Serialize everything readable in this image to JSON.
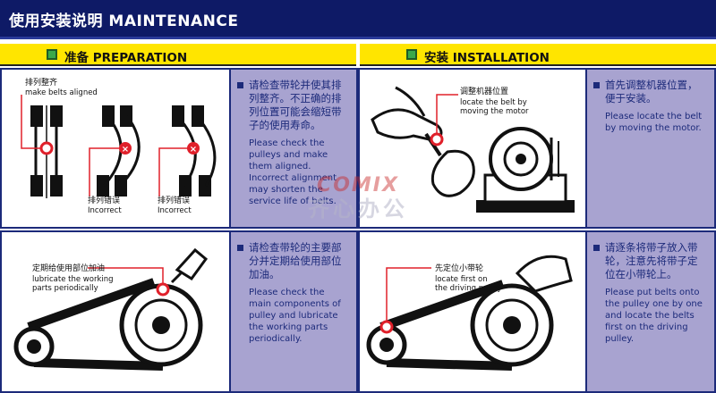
{
  "header": {
    "title": "使用安装说明 MAINTENANCE"
  },
  "sections": {
    "preparation": {
      "label": "准备 PREPARATION"
    },
    "installation": {
      "label": "安装 INSTALLATION"
    }
  },
  "panels": {
    "align": {
      "zh": "请检查带轮并使其排列整齐。不正确的排列位置可能会缩短带子的使用寿命。",
      "en": "Please check the pulleys and make them aligned. Incorrect alignment may shorten the service life of belts.",
      "label_aligned_zh": "排列整齐",
      "label_aligned_en": "make belts aligned",
      "label_incorrect_zh": "排列错误",
      "label_incorrect_en": "Incorrect"
    },
    "motor": {
      "zh": "首先调整机器位置，便于安装。",
      "en": "Please locate the belt by moving the motor.",
      "label_zh": "调整机器位置",
      "label_en_1": "locate the belt by",
      "label_en_2": "moving the motor"
    },
    "lubricate": {
      "zh": "请检查带轮的主要部分并定期给使用部位加油。",
      "en": "Please check the main components of pulley and lubricate the working parts periodically.",
      "label_zh": "定期给使用部位加油",
      "label_en_1": "lubricate the working",
      "label_en_2": "parts periodically"
    },
    "belts": {
      "zh": "请逐条将带子放入带轮，注意先将带子定位在小带轮上。",
      "en": "Please put belts onto the pulley one by one and locate the belts first on the driving pulley.",
      "label_zh": "先定位小带轮",
      "label_en_1": "locate first on",
      "label_en_2": "the driving pulley"
    }
  },
  "watermark": {
    "brand_en": "COMIX",
    "brand_zh": "齐心办公"
  },
  "colors": {
    "navy": "#0e1a66",
    "yellow": "#ffe500",
    "green": "#3aa94a",
    "lavender": "#a8a3d0",
    "red": "#e0202a"
  }
}
